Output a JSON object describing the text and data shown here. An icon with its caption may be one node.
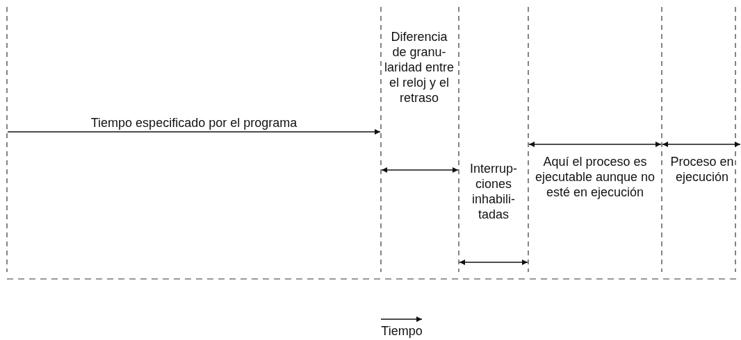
{
  "diagram": {
    "labels": [
      "Tiempo especificado por el programa",
      "Diferencia de granu- laridad entre el reloj y el retraso",
      "Interrup- ciones inhabili- tadas",
      "Aquí el proceso es ejecutable aunque no esté en ejecución",
      "Proceso en ejecución",
      "Tiempo"
    ]
  }
}
